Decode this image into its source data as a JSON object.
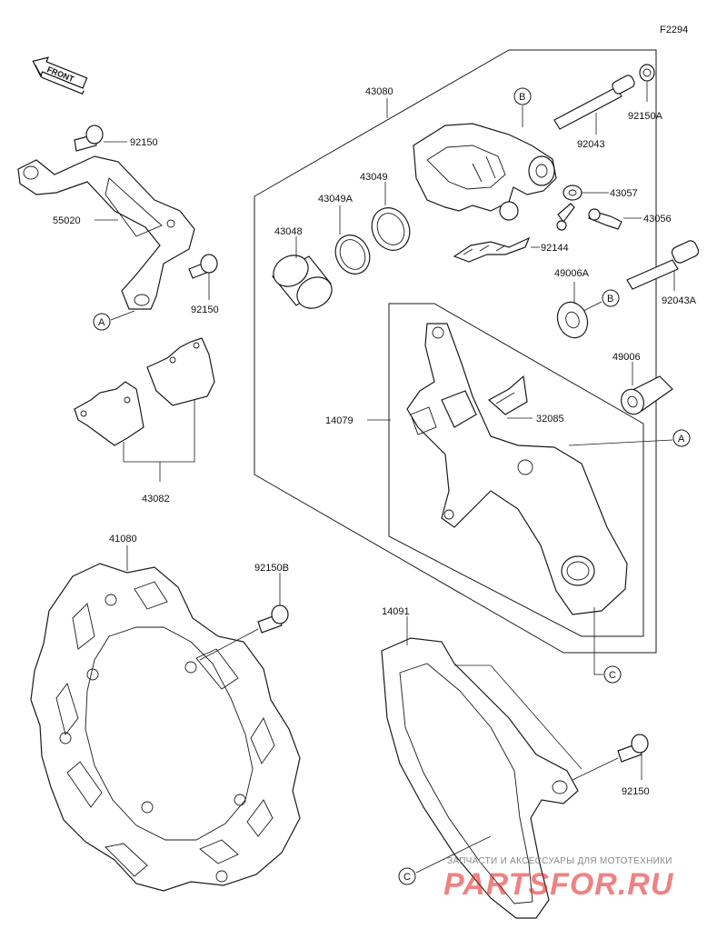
{
  "figure_code": "F2294",
  "front_arrow_text": "FRONT",
  "part_labels": {
    "p43080": "43080",
    "p92150A": "92150A",
    "p92043": "92043",
    "p43049": "43049",
    "p43049A": "43049A",
    "p43048": "43048",
    "p43057": "43057",
    "p43056": "43056",
    "p92144": "92144",
    "p49006A": "49006A",
    "p92043A": "92043A",
    "p49006": "49006",
    "p14079": "14079",
    "p32085": "32085",
    "p92150_top": "92150",
    "p55020": "55020",
    "p92150_mid": "92150",
    "p43082": "43082",
    "p41080": "41080",
    "p92150B": "92150B",
    "p14091": "14091",
    "p92150_bot": "92150"
  },
  "callouts": {
    "a": "A",
    "b": "B",
    "c": "C"
  },
  "watermark": {
    "tagline": "ЗАПЧАСТИ И АКСЕССУАРЫ ДЛЯ МОТОТЕХНИКИ",
    "brand": "PARTSFOR.RU"
  }
}
